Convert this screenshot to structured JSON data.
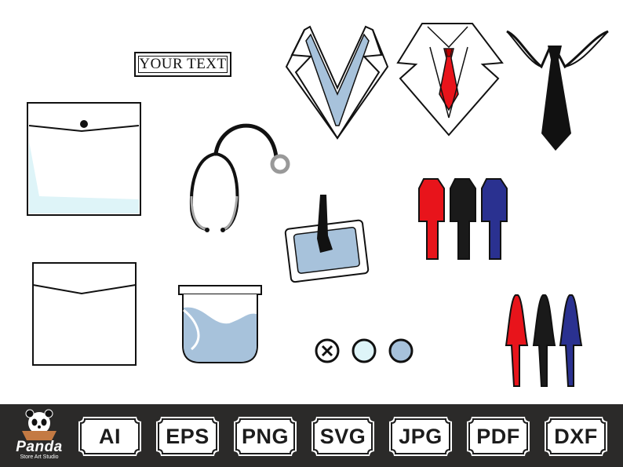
{
  "label_text": "YOUR TEXT",
  "brand": {
    "name": "Panda",
    "subtitle": "Store Art Studio"
  },
  "formats": [
    "AI",
    "EPS",
    "PNG",
    "SVG",
    "JPG",
    "PDF",
    "DXF"
  ],
  "colors": {
    "light_blue": "#a7c2db",
    "pale_cyan": "#def4f8",
    "red": "#e8141b",
    "black": "#1a1a1a",
    "navy": "#2a3190",
    "footer": "#2b2a29"
  }
}
